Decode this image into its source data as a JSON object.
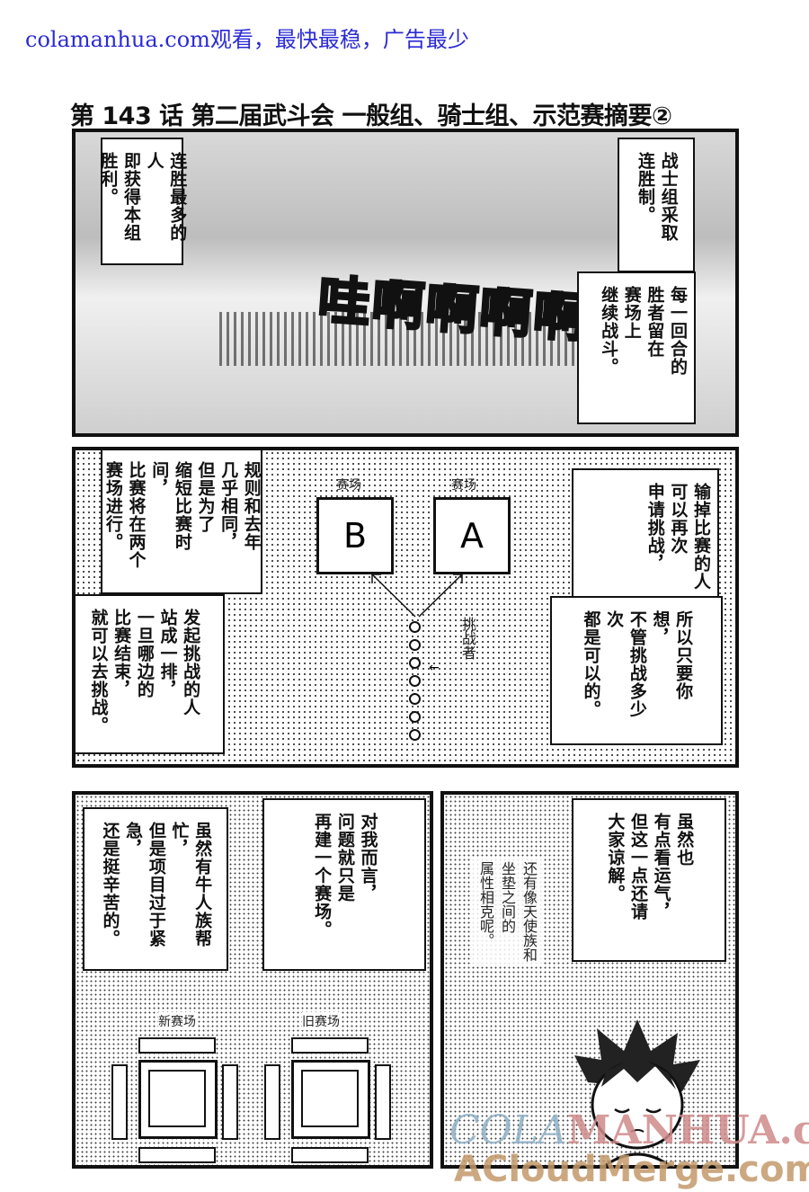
{
  "top_ad": "colamanhua.com观看，最快最稳，广告最少",
  "chapter_title": "第 143 话 第二届武斗会 一般组、骑士组、示范赛摘要②",
  "panel1": {
    "sfx": "哇啊啊啊啊",
    "box_left": "连胜最多的人\n即获得本组\n胜利。",
    "box_right_top": "战士组采取\n连胜制。",
    "box_right_bottom": "每一回合的\n胜者留在\n赛场上\n继续战斗。"
  },
  "panel2": {
    "box_left_top": "规则和去年\n几乎相同，\n但是为了\n缩短比赛时间，\n比赛将在两个\n赛场进行。",
    "box_left_bottom": "发起挑战的人\n站成一排，\n一旦哪边的\n比赛结束，\n就可以去挑战。",
    "box_right_top": "输掉比赛的人\n可以再次\n申请挑战，",
    "box_right_bottom": "所以只要你想，\n不管挑战多少次\n都是可以的。",
    "diagram": {
      "arena_label_b": "赛场",
      "arena_label_a": "赛场",
      "arena_b": "B",
      "arena_a": "A",
      "challenger_label": "挑战者"
    }
  },
  "panel3": {
    "box_left": "虽然有牛人族帮忙，\n但是项目过于紧急，\n还是挺辛苦的。",
    "box_middle": "对我而言，\n问题就只是\n再建一个赛场。",
    "new_arena_label": "新赛场",
    "old_arena_label": "旧赛场"
  },
  "panel4": {
    "box": "虽然也\n有点看运气，\n但这一点还请\n大家谅解。",
    "handwritten": "还有像天使族和\n坐垫之间的\n属性相克呢。"
  },
  "watermarks": {
    "cola_prefix": "COLA",
    "cola_rest": "MANHUA.com",
    "acloud": "ACloudMerge.com"
  }
}
